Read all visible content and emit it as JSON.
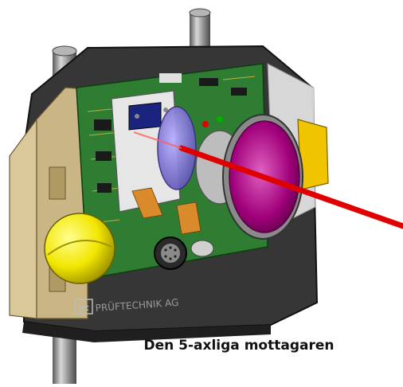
{
  "caption": "Den 5-axliga mottagaren",
  "brand_text": "PRÜFTECHNIK AG",
  "logo_text": "pt",
  "colors": {
    "housing": "#3a3a3a",
    "housing_dark": "#1c1c1c",
    "rod": "#8f8f8f",
    "pcb": "#2e7d32",
    "knob": "#f2e600",
    "side_plate": "#d9c89a",
    "lens_purple": "#8a7dd1",
    "filter_magenta": "#b0007a",
    "laser": "#e00000",
    "clamp_yellow": "#f0c400"
  }
}
